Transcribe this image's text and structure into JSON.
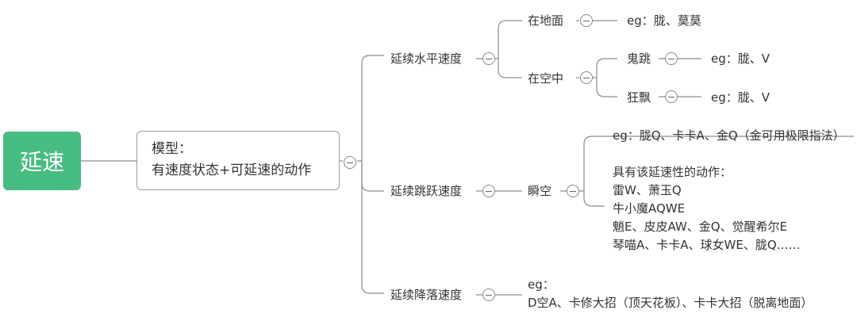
{
  "root": {
    "label": "延速"
  },
  "model": {
    "line1": "模型：",
    "line2": "有速度状态+可延速的动作"
  },
  "branches": {
    "horizontal": {
      "label": "延续水平速度",
      "ground": {
        "label": "在地面",
        "example": "eg：胧、莫莫"
      },
      "air": {
        "label": "在空中",
        "ghost_jump": {
          "label": "鬼跳",
          "example": "eg：胧、V"
        },
        "crazy_float": {
          "label": "狂飘",
          "example": "eg：胧、V"
        }
      }
    },
    "jump": {
      "label": "延续跳跃速度",
      "instant": {
        "label": "瞬空",
        "example": "eg：胧Q、卡卡A、金Q（金可用极限指法）",
        "skills": [
          "具有该延速性的动作：",
          "雷W、萧玉Q",
          "牛小魔AQWE",
          "魈E、皮皮AW、金Q、觉醒希尔E",
          "琴喵A、卡卡A、球女WE、胧Q……"
        ]
      }
    },
    "fall": {
      "label": "延续降落速度",
      "example_lines": [
        "eg：",
        "D空A、卡修大招（顶天花板）、卡卡大招（脱离地面）"
      ]
    }
  },
  "colors": {
    "root_bg": "#48bd82",
    "line": "#8c8c8c",
    "text": "#333333"
  },
  "icons": {
    "collapse": "minus-circle-icon"
  }
}
